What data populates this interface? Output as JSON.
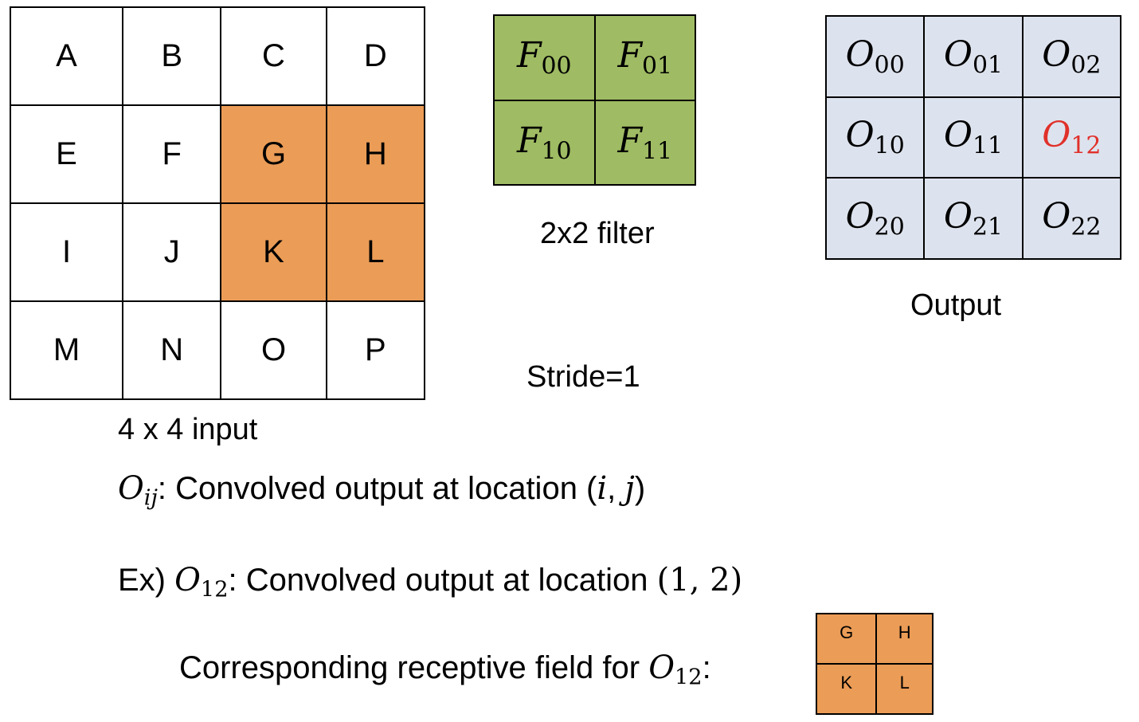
{
  "input_grid": {
    "rows": [
      [
        "A",
        "B",
        "C",
        "D"
      ],
      [
        "E",
        "F",
        "G",
        "H"
      ],
      [
        "I",
        "J",
        "K",
        "L"
      ],
      [
        "M",
        "N",
        "O",
        "P"
      ]
    ],
    "highlight": [
      [
        1,
        2
      ],
      [
        1,
        3
      ],
      [
        2,
        2
      ],
      [
        2,
        3
      ]
    ],
    "caption": "4 x 4 input"
  },
  "filter": {
    "symbol": "F",
    "rows": [
      [
        "00",
        "01"
      ],
      [
        "10",
        "11"
      ]
    ],
    "caption": "2x2 filter",
    "fill_color": "#9fbb63"
  },
  "output_grid": {
    "symbol": "O",
    "rows": [
      [
        "00",
        "01",
        "02"
      ],
      [
        "10",
        "11",
        "12"
      ],
      [
        "20",
        "21",
        "22"
      ]
    ],
    "highlight": [
      1,
      2
    ],
    "caption": "Output",
    "fill_color": "#dde3ee"
  },
  "stride_label": "Stride=1",
  "definition": {
    "symbol": "O",
    "sub": "ij",
    "text": ": Convolved output at location (",
    "i": "i",
    "comma": ", ",
    "j": "j",
    "close": ")"
  },
  "example": {
    "prefix": "Ex) ",
    "symbol": "O",
    "sub": "12",
    "text": ": Convolved output at location ",
    "coords": "(1, 2)"
  },
  "receptive": {
    "text": "Corresponding receptive field for ",
    "symbol": "O",
    "sub": "12",
    "colon": ":",
    "cells": [
      [
        "G",
        "H"
      ],
      [
        "K",
        "L"
      ]
    ]
  },
  "colors": {
    "highlight": "#eb9c56",
    "output_highlight_text": "#e0302a"
  }
}
